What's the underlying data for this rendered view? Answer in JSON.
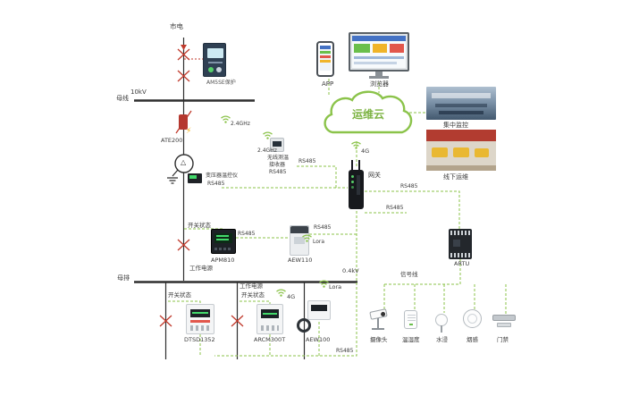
{
  "icons": {
    "lightning": "⚡",
    "transformer_delta": "△",
    "wifi": "wifi-arcs",
    "cloud": "cloud-outline"
  },
  "top": {
    "mains": "市电",
    "relay": "AM5SE保护",
    "voltage_hv": "10kV",
    "busbar": "母线",
    "ghz_left": "2.4GHz",
    "ate200": "ATE200",
    "ghz_right": "2.4GHz",
    "receiver_l1": "无线测温",
    "receiver_l2": "接收器",
    "receiver_l3": "RS485",
    "receiver_bus": "RS485",
    "transformer_ctrl": "变压器温控仪",
    "transformer_ctrl_bus": "RS485"
  },
  "cloud": {
    "label": "运维云"
  },
  "top_right": {
    "app": "APP",
    "browser": "浏览器",
    "photo_central": "集中监控",
    "photo_offline": "线下运维"
  },
  "gateway": {
    "label": "网关",
    "net": "4G"
  },
  "mid": {
    "switch_status": "开关状态",
    "apm810_bus": "RS485",
    "apm810": "APM810",
    "aew110_bus": "RS485",
    "aew110_lora": "Lora",
    "aew110": "AEW110",
    "bus_a": "RS485",
    "bus_b": "RS485",
    "artu": "ARTU",
    "signal_line": "信号线",
    "voltage_lv": "0.4kV"
  },
  "bottom": {
    "busbar": "母排",
    "working_power_a": "工作电源",
    "working_power_b": "工作电源",
    "switch_status_a": "开关状态",
    "switch_status_b": "开关状态",
    "net_4g": "4G",
    "lora": "Lora",
    "bus": "RS485",
    "meters": [
      {
        "label": "DTSD1352"
      },
      {
        "label": "ARCM300T"
      },
      {
        "label": "AEW100"
      }
    ],
    "sensors": [
      {
        "label": "摄像头"
      },
      {
        "label": "温湿度"
      },
      {
        "label": "水浸"
      },
      {
        "label": "烟感"
      },
      {
        "label": "门禁"
      }
    ]
  }
}
